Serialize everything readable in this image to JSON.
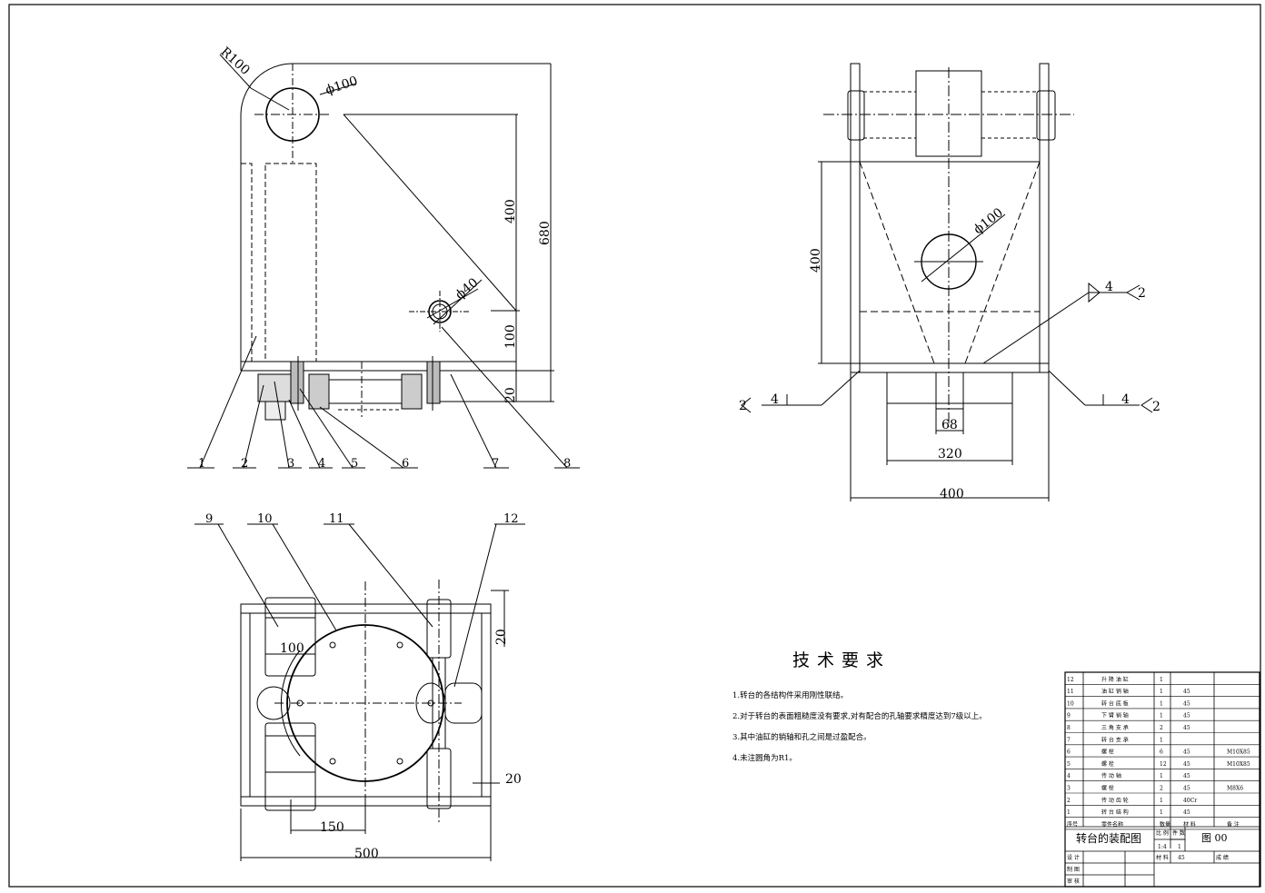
{
  "dims": {
    "r100": "R100",
    "phi100_a": "ϕ100",
    "phi40": "ϕ40",
    "d400_a": "400",
    "d680": "680",
    "d100_a": "100",
    "d20_a": "20",
    "phi100_b": "ϕ100",
    "d400_b": "400",
    "d68": "68",
    "d320": "320",
    "d400_c": "400",
    "d100_b": "100",
    "d20_b": "20",
    "d20_c": "20",
    "d150": "150",
    "d500": "500"
  },
  "weld": {
    "size": "4",
    "ref": "2"
  },
  "balloons": [
    "1",
    "2",
    "3",
    "4",
    "5",
    "6",
    "7",
    "8",
    "9",
    "10",
    "11",
    "12"
  ],
  "tech": {
    "title": "技术要求",
    "items": [
      "1.转台的各结构件采用刚性联结。",
      "2.对于转台的表面粗糙度没有要求,对有配合的孔轴要求精度达到7级以上。",
      "3.其中油缸的销轴和孔之间是过盈配合。",
      "4.未注圆角为R1。"
    ]
  },
  "bom": [
    {
      "no": "12",
      "name": "升 降 油 缸",
      "qty": "1",
      "mat": "",
      "note": ""
    },
    {
      "no": "11",
      "name": "油 缸 销 轴",
      "qty": "1",
      "mat": "45",
      "note": ""
    },
    {
      "no": "10",
      "name": "转 台 底 板",
      "qty": "1",
      "mat": "45",
      "note": ""
    },
    {
      "no": "9",
      "name": "下 臂 销 轴",
      "qty": "1",
      "mat": "45",
      "note": ""
    },
    {
      "no": "8",
      "name": "三 角 支 承",
      "qty": "2",
      "mat": "45",
      "note": ""
    },
    {
      "no": "7",
      "name": "转 台 支 承",
      "qty": "1",
      "mat": "",
      "note": ""
    },
    {
      "no": "6",
      "name": "螺      栓",
      "qty": "6",
      "mat": "45",
      "note": "M10X85"
    },
    {
      "no": "5",
      "name": "螺      栓",
      "qty": "12",
      "mat": "45",
      "note": "M10X85"
    },
    {
      "no": "4",
      "name": "传 动 轴",
      "qty": "1",
      "mat": "45",
      "note": ""
    },
    {
      "no": "3",
      "name": "螺      栓",
      "qty": "2",
      "mat": "45",
      "note": "M8X6"
    },
    {
      "no": "2",
      "name": "传 动 齿 轮",
      "qty": "1",
      "mat": "40Cr",
      "note": ""
    },
    {
      "no": "1",
      "name": "转 台 结 构",
      "qty": "1",
      "mat": "45",
      "note": ""
    }
  ],
  "bom_header": {
    "no": "序号",
    "name": "零件名称",
    "qty": "数量",
    "mat": "材  料",
    "note": "备  注"
  },
  "title_block": {
    "drawing_title": "转台的装配图",
    "scale_label": "比 例",
    "count_label": "件 数",
    "scale": "1:4",
    "count": "1",
    "drawing_no": "图 00",
    "designer": "设 计",
    "drafter": "制 图",
    "checker": "审 核",
    "material_label": "材 料",
    "material": "45",
    "grade_label": "成 绩"
  }
}
